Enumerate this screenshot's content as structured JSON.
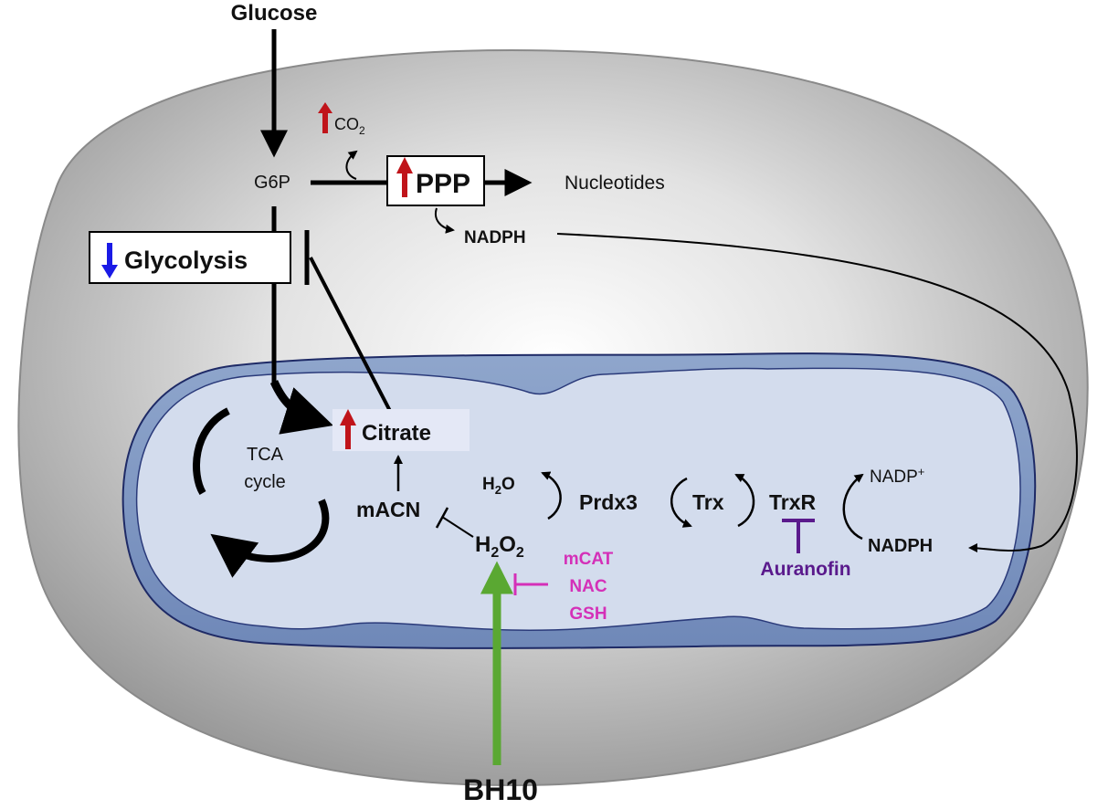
{
  "labels": {
    "glucose": "Glucose",
    "g6p": "G6P",
    "co2": "CO",
    "co2_sub": "2",
    "ppp": "PPP",
    "nucleotides": "Nucleotides",
    "nadph_top": "NADPH",
    "glycolysis": "Glycolysis",
    "tca_line1": "TCA",
    "tca_line2": "cycle",
    "citrate": "Citrate",
    "macn": "mACN",
    "h2o_main": "H",
    "h2o_sub": "2",
    "h2o_end": "O",
    "h2o2_main": "H",
    "h2o2_sub1": "2",
    "h2o2_mid": "O",
    "h2o2_sub2": "2",
    "prdx3": "Prdx3",
    "trx": "Trx",
    "trxr": "TrxR",
    "nadp_main": "NADP",
    "nadp_sup": "+",
    "nadph_mito": "NADPH",
    "auranofin": "Auranofin",
    "mcat": "mCAT",
    "nac": "NAC",
    "gsh": "GSH",
    "bh10": "BH10"
  },
  "colors": {
    "up_arrow": "#c0141a",
    "down_arrow": "#1a1ae6",
    "inhibitor_pink": "#d430b8",
    "auranofin_purple": "#5a1a8c",
    "bh10_green": "#5aa832",
    "cell_gray": "#b4b4b4",
    "mito_fill": "#cfd9ea",
    "mito_edge": "#1e2a66"
  }
}
